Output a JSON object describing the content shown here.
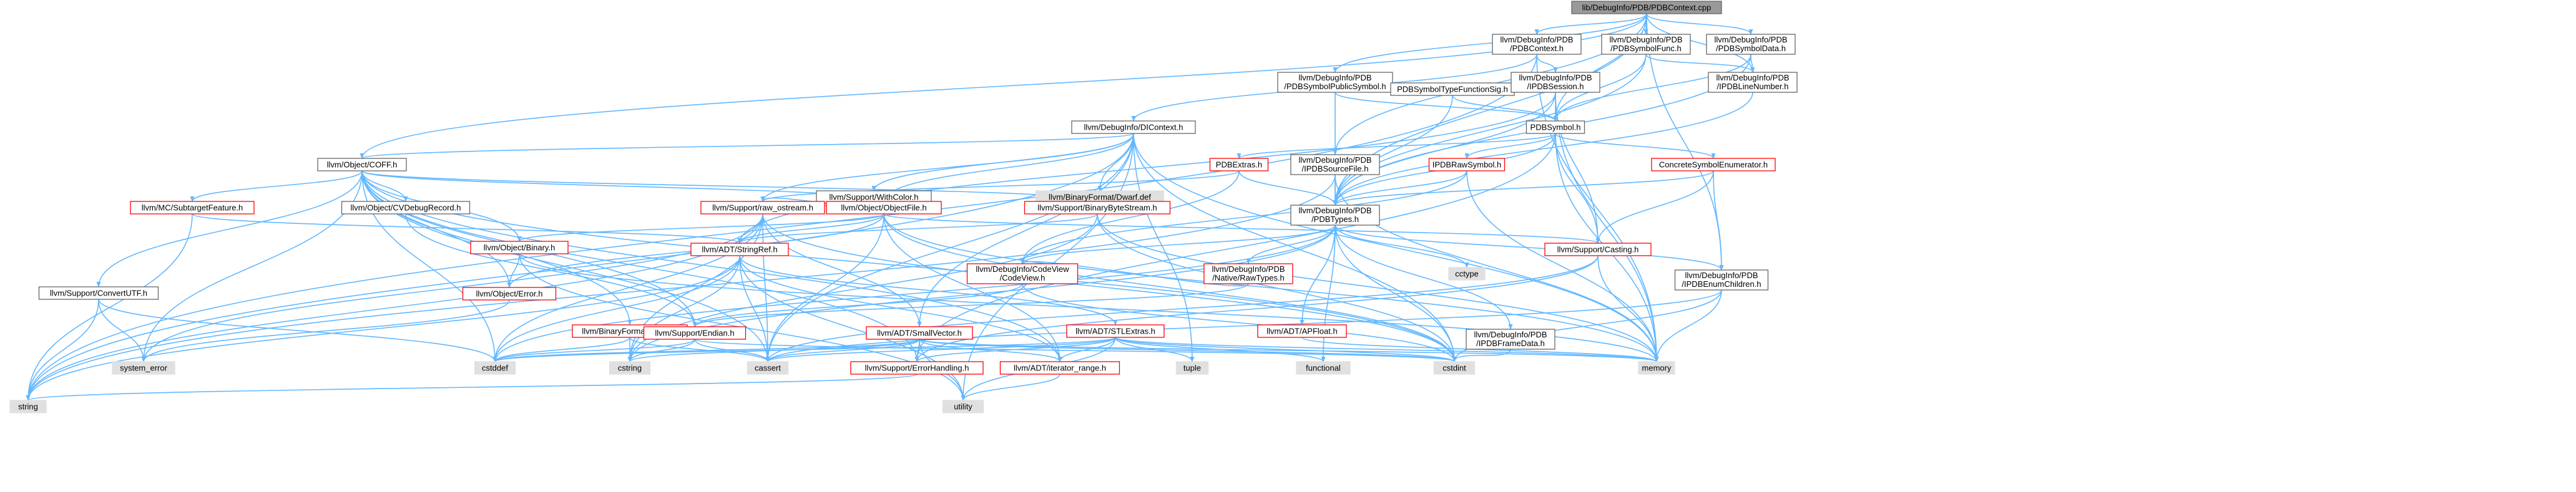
{
  "diagram": {
    "type": "include-dependency-graph",
    "colors": {
      "edge": "#63b8ff",
      "normal_border": "#666666",
      "normal_fill": "#ffffff",
      "red_border": "#ff0000",
      "gray_fill": "#e0e0e0",
      "root_fill": "#999999",
      "text": "#000000"
    },
    "nodes": [
      {
        "id": "root",
        "label": [
          "lib/DebugInfo/PDB/PDBContext.cpp"
        ],
        "style": "root"
      },
      {
        "id": "PDBContext_h",
        "label": [
          "llvm/DebugInfo/PDB",
          "/PDBContext.h"
        ],
        "style": "normal"
      },
      {
        "id": "PDBSymbolFunc",
        "label": [
          "llvm/DebugInfo/PDB",
          "/PDBSymbolFunc.h"
        ],
        "style": "normal"
      },
      {
        "id": "PDBSymbolData",
        "label": [
          "llvm/DebugInfo/PDB",
          "/PDBSymbolData.h"
        ],
        "style": "normal"
      },
      {
        "id": "PDBSymbolPublicSymbol",
        "label": [
          "llvm/DebugInfo/PDB",
          "/PDBSymbolPublicSymbol.h"
        ],
        "style": "normal"
      },
      {
        "id": "PDBSymbolTypeFunctionSig",
        "label": [
          "PDBSymbolTypeFunctionSig.h"
        ],
        "style": "normal"
      },
      {
        "id": "IPDBSession",
        "label": [
          "llvm/DebugInfo/PDB",
          "/IPDBSession.h"
        ],
        "style": "normal"
      },
      {
        "id": "IPDBLineNumber",
        "label": [
          "llvm/DebugInfo/PDB",
          "/IPDBLineNumber.h"
        ],
        "style": "normal"
      },
      {
        "id": "DIContext",
        "label": [
          "llvm/DebugInfo/DIContext.h"
        ],
        "style": "normal"
      },
      {
        "id": "PDBSymbol",
        "label": [
          "PDBSymbol.h"
        ],
        "style": "normal"
      },
      {
        "id": "ObjectCOFF",
        "label": [
          "llvm/Object/COFF.h"
        ],
        "style": "normal"
      },
      {
        "id": "WithColor",
        "label": [
          "llvm/Support/WithColor.h"
        ],
        "style": "normal"
      },
      {
        "id": "Dwarf_def",
        "label": [
          "llvm/BinaryFormat/Dwarf.def"
        ],
        "style": "gray"
      },
      {
        "id": "PDBExtras",
        "label": [
          "PDBExtras.h"
        ],
        "style": "red"
      },
      {
        "id": "IPDBSourceFile",
        "label": [
          "llvm/DebugInfo/PDB",
          "/IPDBSourceFile.h"
        ],
        "style": "normal"
      },
      {
        "id": "IPDBRawSymbol",
        "label": [
          "IPDBRawSymbol.h"
        ],
        "style": "red"
      },
      {
        "id": "ConcreteSymbolEnumerator",
        "label": [
          "ConcreteSymbolEnumerator.h"
        ],
        "style": "red"
      },
      {
        "id": "MCSubtargetFeature",
        "label": [
          "llvm/MC/SubtargetFeature.h"
        ],
        "style": "red"
      },
      {
        "id": "CVDebugRecord",
        "label": [
          "llvm/Object/CVDebugRecord.h"
        ],
        "style": "normal"
      },
      {
        "id": "raw_ostream",
        "label": [
          "llvm/Support/raw_ostream.h"
        ],
        "style": "red"
      },
      {
        "id": "ObjectFile",
        "label": [
          "llvm/Object/ObjectFile.h"
        ],
        "style": "red"
      },
      {
        "id": "BinaryByteStream",
        "label": [
          "llvm/Support/BinaryByteStream.h"
        ],
        "style": "red"
      },
      {
        "id": "PDBTypes",
        "label": [
          "llvm/DebugInfo/PDB",
          "/PDBTypes.h"
        ],
        "style": "normal"
      },
      {
        "id": "ObjectBinary",
        "label": [
          "llvm/Object/Binary.h"
        ],
        "style": "red"
      },
      {
        "id": "StringRef",
        "label": [
          "llvm/ADT/StringRef.h"
        ],
        "style": "red"
      },
      {
        "id": "CodeView",
        "label": [
          "llvm/DebugInfo/CodeView",
          "/CodeView.h"
        ],
        "style": "red"
      },
      {
        "id": "NativeRawTypes",
        "label": [
          "llvm/DebugInfo/PDB",
          "/Native/RawTypes.h"
        ],
        "style": "red"
      },
      {
        "id": "cctype",
        "label": [
          "cctype"
        ],
        "style": "gray"
      },
      {
        "id": "Casting",
        "label": [
          "llvm/Support/Casting.h"
        ],
        "style": "red"
      },
      {
        "id": "IPDBEnumChildren",
        "label": [
          "llvm/DebugInfo/PDB",
          "/IPDBEnumChildren.h"
        ],
        "style": "normal"
      },
      {
        "id": "ConvertUTF",
        "label": [
          "llvm/Support/ConvertUTF.h"
        ],
        "style": "normal"
      },
      {
        "id": "ObjectError",
        "label": [
          "llvm/Object/Error.h"
        ],
        "style": "red"
      },
      {
        "id": "BinaryFormatCOFF",
        "label": [
          "llvm/BinaryFormat/COFF.h"
        ],
        "style": "red"
      },
      {
        "id": "Endian",
        "label": [
          "llvm/Support/Endian.h"
        ],
        "style": "red"
      },
      {
        "id": "SmallVector",
        "label": [
          "llvm/ADT/SmallVector.h"
        ],
        "style": "red"
      },
      {
        "id": "STLExtras",
        "label": [
          "llvm/ADT/STLExtras.h"
        ],
        "style": "red"
      },
      {
        "id": "APFloat",
        "label": [
          "llvm/ADT/APFloat.h"
        ],
        "style": "red"
      },
      {
        "id": "IPDBFrameData",
        "label": [
          "llvm/DebugInfo/PDB",
          "/IPDBFrameData.h"
        ],
        "style": "normal"
      },
      {
        "id": "system_error",
        "label": [
          "system_error"
        ],
        "style": "gray"
      },
      {
        "id": "cstddef",
        "label": [
          "cstddef"
        ],
        "style": "gray"
      },
      {
        "id": "cstring",
        "label": [
          "cstring"
        ],
        "style": "gray"
      },
      {
        "id": "cassert",
        "label": [
          "cassert"
        ],
        "style": "gray"
      },
      {
        "id": "ErrorHandling",
        "label": [
          "llvm/Support/ErrorHandling.h"
        ],
        "style": "red"
      },
      {
        "id": "iterator_range",
        "label": [
          "llvm/ADT/iterator_range.h"
        ],
        "style": "red"
      },
      {
        "id": "tuple",
        "label": [
          "tuple"
        ],
        "style": "gray"
      },
      {
        "id": "functional",
        "label": [
          "functional"
        ],
        "style": "gray"
      },
      {
        "id": "cstdint",
        "label": [
          "cstdint"
        ],
        "style": "gray"
      },
      {
        "id": "memory",
        "label": [
          "memory"
        ],
        "style": "gray"
      },
      {
        "id": "string",
        "label": [
          "string"
        ],
        "style": "gray"
      },
      {
        "id": "utility",
        "label": [
          "utility"
        ],
        "style": "gray"
      }
    ],
    "edges": [
      [
        "root",
        "PDBContext_h"
      ],
      [
        "root",
        "PDBSymbolFunc"
      ],
      [
        "root",
        "PDBSymbolData"
      ],
      [
        "root",
        "PDBSymbolPublicSymbol"
      ],
      [
        "root",
        "IPDBLineNumber"
      ],
      [
        "root",
        "PDBSymbol"
      ],
      [
        "root",
        "IPDBSourceFile"
      ],
      [
        "root",
        "IPDBEnumChildren"
      ],
      [
        "root",
        "PDBTypes"
      ],
      [
        "root",
        "ObjectCOFF"
      ],
      [
        "PDBContext_h",
        "DIContext"
      ],
      [
        "PDBContext_h",
        "IPDBSession"
      ],
      [
        "PDBContext_h",
        "memory"
      ],
      [
        "PDBContext_h",
        "string"
      ],
      [
        "PDBSymbolFunc",
        "PDBSymbol"
      ],
      [
        "PDBSymbolFunc",
        "IPDBLineNumber"
      ],
      [
        "PDBSymbolFunc",
        "PDBTypes"
      ],
      [
        "PDBSymbolData",
        "IPDBLineNumber"
      ],
      [
        "PDBSymbolData",
        "PDBSymbol"
      ],
      [
        "PDBSymbolData",
        "PDBTypes"
      ],
      [
        "PDBSymbolPublicSymbol",
        "PDBSymbol"
      ],
      [
        "PDBSymbolPublicSymbol",
        "PDBTypes"
      ],
      [
        "PDBSymbolTypeFunctionSig",
        "PDBSymbol"
      ],
      [
        "PDBSymbolTypeFunctionSig",
        "PDBTypes"
      ],
      [
        "IPDBSession",
        "PDBSymbol"
      ],
      [
        "IPDBSession",
        "PDBTypes"
      ],
      [
        "IPDBSession",
        "Casting"
      ],
      [
        "IPDBSession",
        "StringRef"
      ],
      [
        "IPDBSession",
        "memory"
      ],
      [
        "IPDBLineNumber",
        "PDBTypes"
      ],
      [
        "DIContext",
        "ObjectCOFF"
      ],
      [
        "DIContext",
        "ObjectFile"
      ],
      [
        "DIContext",
        "WithColor"
      ],
      [
        "DIContext",
        "Dwarf_def"
      ],
      [
        "DIContext",
        "raw_ostream"
      ],
      [
        "DIContext",
        "SmallVector"
      ],
      [
        "DIContext",
        "cassert"
      ],
      [
        "DIContext",
        "cstdint"
      ],
      [
        "DIContext",
        "memory"
      ],
      [
        "DIContext",
        "string"
      ],
      [
        "DIContext",
        "tuple"
      ],
      [
        "DIContext",
        "utility"
      ],
      [
        "PDBSymbol",
        "PDBExtras"
      ],
      [
        "PDBSymbol",
        "IPDBRawSymbol"
      ],
      [
        "PDBSymbol",
        "ConcreteSymbolEnumerator"
      ],
      [
        "PDBSymbol",
        "PDBTypes"
      ],
      [
        "PDBSymbol",
        "Casting"
      ],
      [
        "PDBSymbol",
        "ErrorHandling"
      ],
      [
        "PDBSymbol",
        "memory"
      ],
      [
        "ObjectCOFF",
        "MCSubtargetFeature"
      ],
      [
        "ObjectCOFF",
        "CVDebugRecord"
      ],
      [
        "ObjectCOFF",
        "ObjectBinary"
      ],
      [
        "ObjectCOFF",
        "ObjectError"
      ],
      [
        "ObjectCOFF",
        "ObjectFile"
      ],
      [
        "ObjectCOFF",
        "BinaryByteStream"
      ],
      [
        "ObjectCOFF",
        "ConvertUTF"
      ],
      [
        "ObjectCOFF",
        "BinaryFormatCOFF"
      ],
      [
        "ObjectCOFF",
        "Endian"
      ],
      [
        "ObjectCOFF",
        "ErrorHandling"
      ],
      [
        "ObjectCOFF",
        "iterator_range"
      ],
      [
        "ObjectCOFF",
        "cassert"
      ],
      [
        "ObjectCOFF",
        "cstddef"
      ],
      [
        "ObjectCOFF",
        "cstdint"
      ],
      [
        "ObjectCOFF",
        "system_error"
      ],
      [
        "WithColor",
        "raw_ostream"
      ],
      [
        "PDBExtras",
        "PDBTypes"
      ],
      [
        "PDBExtras",
        "CodeView"
      ],
      [
        "PDBExtras",
        "raw_ostream"
      ],
      [
        "IPDBSourceFile",
        "PDBTypes"
      ],
      [
        "IPDBSourceFile",
        "memory"
      ],
      [
        "IPDBSourceFile",
        "string"
      ],
      [
        "IPDBRawSymbol",
        "PDBTypes"
      ],
      [
        "IPDBRawSymbol",
        "CodeView"
      ],
      [
        "IPDBRawSymbol",
        "memory"
      ],
      [
        "ConcreteSymbolEnumerator",
        "IPDBEnumChildren"
      ],
      [
        "ConcreteSymbolEnumerator",
        "PDBTypes"
      ],
      [
        "ConcreteSymbolEnumerator",
        "Casting"
      ],
      [
        "MCSubtargetFeature",
        "StringRef"
      ],
      [
        "MCSubtargetFeature",
        "string"
      ],
      [
        "CVDebugRecord",
        "Endian"
      ],
      [
        "raw_ostream",
        "StringRef"
      ],
      [
        "raw_ostream",
        "SmallVector"
      ],
      [
        "raw_ostream",
        "cassert"
      ],
      [
        "raw_ostream",
        "cstddef"
      ],
      [
        "raw_ostream",
        "cstdint"
      ],
      [
        "raw_ostream",
        "cstring"
      ],
      [
        "raw_ostream",
        "string"
      ],
      [
        "raw_ostream",
        "system_error"
      ],
      [
        "ObjectFile",
        "StringRef"
      ],
      [
        "ObjectFile",
        "ObjectBinary"
      ],
      [
        "ObjectFile",
        "ObjectError"
      ],
      [
        "ObjectFile",
        "Casting"
      ],
      [
        "ObjectFile",
        "iterator_range"
      ],
      [
        "ObjectFile",
        "cassert"
      ],
      [
        "ObjectFile",
        "cstdint"
      ],
      [
        "ObjectFile",
        "memory"
      ],
      [
        "BinaryByteStream",
        "StringRef"
      ],
      [
        "BinaryByteStream",
        "cstdint"
      ],
      [
        "BinaryByteStream",
        "memory"
      ],
      [
        "BinaryByteStream",
        "cstring"
      ],
      [
        "PDBTypes",
        "CodeView"
      ],
      [
        "PDBTypes",
        "NativeRawTypes"
      ],
      [
        "PDBTypes",
        "IPDBEnumChildren"
      ],
      [
        "PDBTypes",
        "IPDBFrameData"
      ],
      [
        "PDBTypes",
        "APFloat"
      ],
      [
        "PDBTypes",
        "cctype"
      ],
      [
        "PDBTypes",
        "cstddef"
      ],
      [
        "PDBTypes",
        "cstdint"
      ],
      [
        "PDBTypes",
        "cstring"
      ],
      [
        "PDBTypes",
        "functional"
      ],
      [
        "ObjectBinary",
        "ObjectError"
      ],
      [
        "ObjectBinary",
        "memory"
      ],
      [
        "ObjectBinary",
        "utility"
      ],
      [
        "StringRef",
        "STLExtras"
      ],
      [
        "StringRef",
        "iterator_range"
      ],
      [
        "StringRef",
        "cassert"
      ],
      [
        "StringRef",
        "cstddef"
      ],
      [
        "StringRef",
        "cstring"
      ],
      [
        "StringRef",
        "string"
      ],
      [
        "StringRef",
        "utility"
      ],
      [
        "CodeView",
        "cstdint"
      ],
      [
        "CodeView",
        "Endian"
      ],
      [
        "NativeRawTypes",
        "CodeView"
      ],
      [
        "NativeRawTypes",
        "Endian"
      ],
      [
        "Casting",
        "ErrorHandling"
      ],
      [
        "Casting",
        "cassert"
      ],
      [
        "Casting",
        "memory"
      ],
      [
        "IPDBEnumChildren",
        "cassert"
      ],
      [
        "IPDBEnumChildren",
        "cstdint"
      ],
      [
        "IPDBEnumChildren",
        "memory"
      ],
      [
        "ConvertUTF",
        "cstddef"
      ],
      [
        "ConvertUTF",
        "string"
      ],
      [
        "ConvertUTF",
        "system_error"
      ],
      [
        "ObjectError",
        "system_error"
      ],
      [
        "BinaryFormatCOFF",
        "cassert"
      ],
      [
        "BinaryFormatCOFF",
        "cstddef"
      ],
      [
        "BinaryFormatCOFF",
        "cstring"
      ],
      [
        "Endian",
        "cassert"
      ],
      [
        "Endian",
        "cstddef"
      ],
      [
        "Endian",
        "cstdint"
      ],
      [
        "Endian",
        "cstring"
      ],
      [
        "SmallVector",
        "ErrorHandling"
      ],
      [
        "SmallVector",
        "iterator_range"
      ],
      [
        "SmallVector",
        "cassert"
      ],
      [
        "SmallVector",
        "cstddef"
      ],
      [
        "SmallVector",
        "cstdint"
      ],
      [
        "SmallVector",
        "cstring"
      ],
      [
        "SmallVector",
        "memory"
      ],
      [
        "SmallVector",
        "utility"
      ],
      [
        "STLExtras",
        "iterator_range"
      ],
      [
        "STLExtras",
        "ErrorHandling"
      ],
      [
        "STLExtras",
        "cassert"
      ],
      [
        "STLExtras",
        "cstddef"
      ],
      [
        "STLExtras",
        "cstdint"
      ],
      [
        "STLExtras",
        "functional"
      ],
      [
        "STLExtras",
        "memory"
      ],
      [
        "STLExtras",
        "tuple"
      ],
      [
        "STLExtras",
        "utility"
      ],
      [
        "APFloat",
        "memory"
      ],
      [
        "IPDBFrameData",
        "cstdint"
      ],
      [
        "ErrorHandling",
        "string"
      ],
      [
        "iterator_range",
        "utility"
      ]
    ]
  }
}
